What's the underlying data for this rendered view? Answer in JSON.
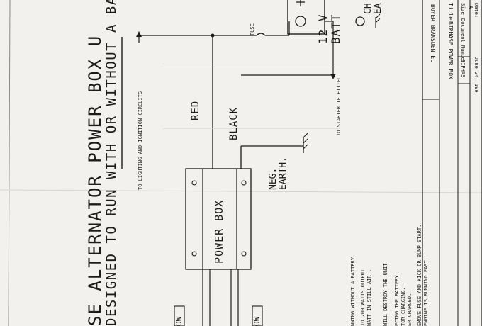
{
  "diagram": {
    "title_line1": "SE ALTERNATOR POWER BOX U",
    "title_line2": "DESIGNED TO RUN WITH OR WITHOUT A BA",
    "label_lighting": "TO LIGHTING AND IGNITION CIRCUITS",
    "label_red": "RED",
    "label_black": "BLACK",
    "label_neg_earth_1": "NEG.",
    "label_neg_earth_2": "EARTH.",
    "label_power_box": "POWER BOX",
    "label_fuse": "FUSE",
    "label_battery_1": "12 V",
    "label_battery_2": "BATT",
    "label_starter": "TO STARTER IF FITTED",
    "label_charge_1": "CH",
    "label_charge_2": "EA",
    "label_yellow_1": "OW",
    "label_yellow_2": "OW",
    "notes": [
      "NNING WITHOUT A BATTERY.",
      "TO 200 WATTS OUTPUT",
      "WATT IN STILL AIR .",
      "WILL DESTROY THE UNIT.",
      "ECING THE BATTERY,",
      "TOR CHARGING.",
      "ER CHARGED.",
      "EMOVE FUSE AND KICK OR BUMP START.",
      "ENGINE IS RUNNING FAST."
    ]
  },
  "title_block": {
    "company": "BOYER BRANSDEN EL",
    "title_label": "Title",
    "title_value": "BIPHASE POWER BOX",
    "size_label": "Size",
    "size_value": "A",
    "docnum_label": "Document Number",
    "docnum_value": "BIPHAS",
    "date_label": "Date:",
    "date_value": "June 24, 199"
  },
  "colors": {
    "ink": "#1c1c1c",
    "paper": "#f3f1ee",
    "bleed": "#b9b5b0"
  }
}
